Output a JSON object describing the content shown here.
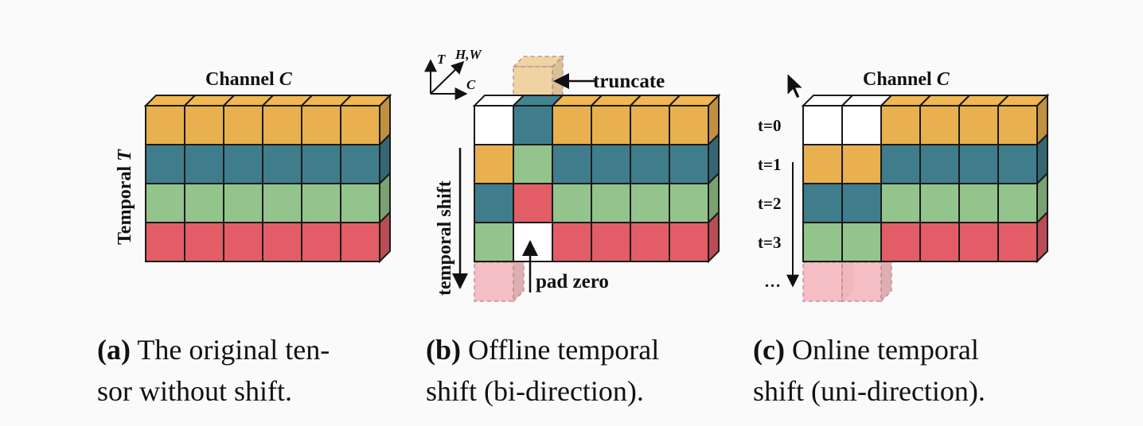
{
  "colors": {
    "orange": "#e8b04e",
    "teal": "#3f7d8c",
    "green": "#93c48b",
    "red": "#e25d66",
    "white": "#ffffff",
    "pink_ghost": "#f5b8bf",
    "orange_ghost": "#f0cf9a",
    "outline": "#1a1a1a"
  },
  "panel_a": {
    "channel_label": "Channel",
    "channel_symbol": "C",
    "temporal_label": "Temporal",
    "temporal_symbol": "T",
    "rows": [
      [
        "orange",
        "orange",
        "orange",
        "orange",
        "orange",
        "orange"
      ],
      [
        "teal",
        "teal",
        "teal",
        "teal",
        "teal",
        "teal"
      ],
      [
        "green",
        "green",
        "green",
        "green",
        "green",
        "green"
      ],
      [
        "red",
        "red",
        "red",
        "red",
        "red",
        "red"
      ]
    ],
    "caption_tag": "(a)",
    "caption_line1": "The original ten-",
    "caption_line2": "sor without shift."
  },
  "panel_b": {
    "axis_t": "T",
    "axis_hw": "H,W",
    "axis_c": "C",
    "truncate_label": "truncate",
    "pad_zero_label": "pad zero",
    "temporal_shift_label": "temporal shift",
    "rows": [
      [
        "white",
        "teal",
        "orange",
        "orange",
        "orange",
        "orange"
      ],
      [
        "orange",
        "green",
        "teal",
        "teal",
        "teal",
        "teal"
      ],
      [
        "teal",
        "red",
        "green",
        "green",
        "green",
        "green"
      ],
      [
        "green",
        "white",
        "red",
        "red",
        "red",
        "red"
      ]
    ],
    "caption_tag": "(b)",
    "caption_line1": "Offline temporal",
    "caption_line2": "shift (bi-direction)."
  },
  "panel_c": {
    "channel_label": "Channel",
    "channel_symbol": "C",
    "time_labels": [
      "t=0",
      "t=1",
      "t=2",
      "t=3",
      "…"
    ],
    "rows": [
      [
        "white",
        "white",
        "orange",
        "orange",
        "orange",
        "orange"
      ],
      [
        "orange",
        "orange",
        "teal",
        "teal",
        "teal",
        "teal"
      ],
      [
        "teal",
        "teal",
        "green",
        "green",
        "green",
        "green"
      ],
      [
        "green",
        "green",
        "red",
        "red",
        "red",
        "red"
      ]
    ],
    "caption_tag": "(c)",
    "caption_line1": "Online temporal",
    "caption_line2": "shift (uni-direction)."
  }
}
